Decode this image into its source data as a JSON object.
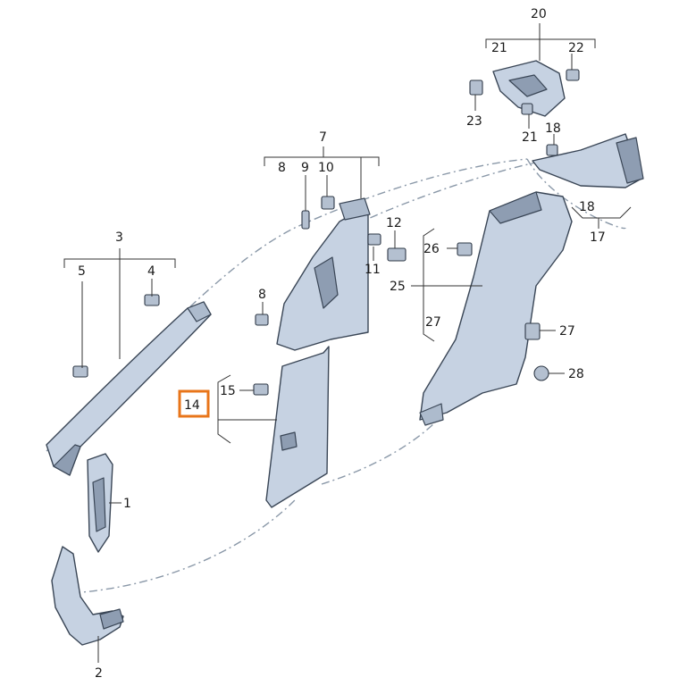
{
  "labels": {
    "l1": "1",
    "l2": "2",
    "l3": "3",
    "l4": "4",
    "l5": "5",
    "l7": "7",
    "l8a": "8",
    "l9": "9",
    "l10": "10",
    "l8b": "8",
    "l11": "11",
    "l12": "12",
    "l14": "14",
    "l15": "15",
    "l17": "17",
    "l18a": "18",
    "l18b": "18",
    "l20": "20",
    "l21a": "21",
    "l21b": "21",
    "l22": "22",
    "l23": "23",
    "l25": "25",
    "l26": "26",
    "l27a": "27",
    "l27b": "27",
    "l28": "28"
  },
  "colors": {
    "highlight": "#e8751a",
    "part_fill": "#c6d2e2",
    "part_shadow": "#8e9db2",
    "outline": "#3a4656"
  },
  "highlighted_part": "14"
}
